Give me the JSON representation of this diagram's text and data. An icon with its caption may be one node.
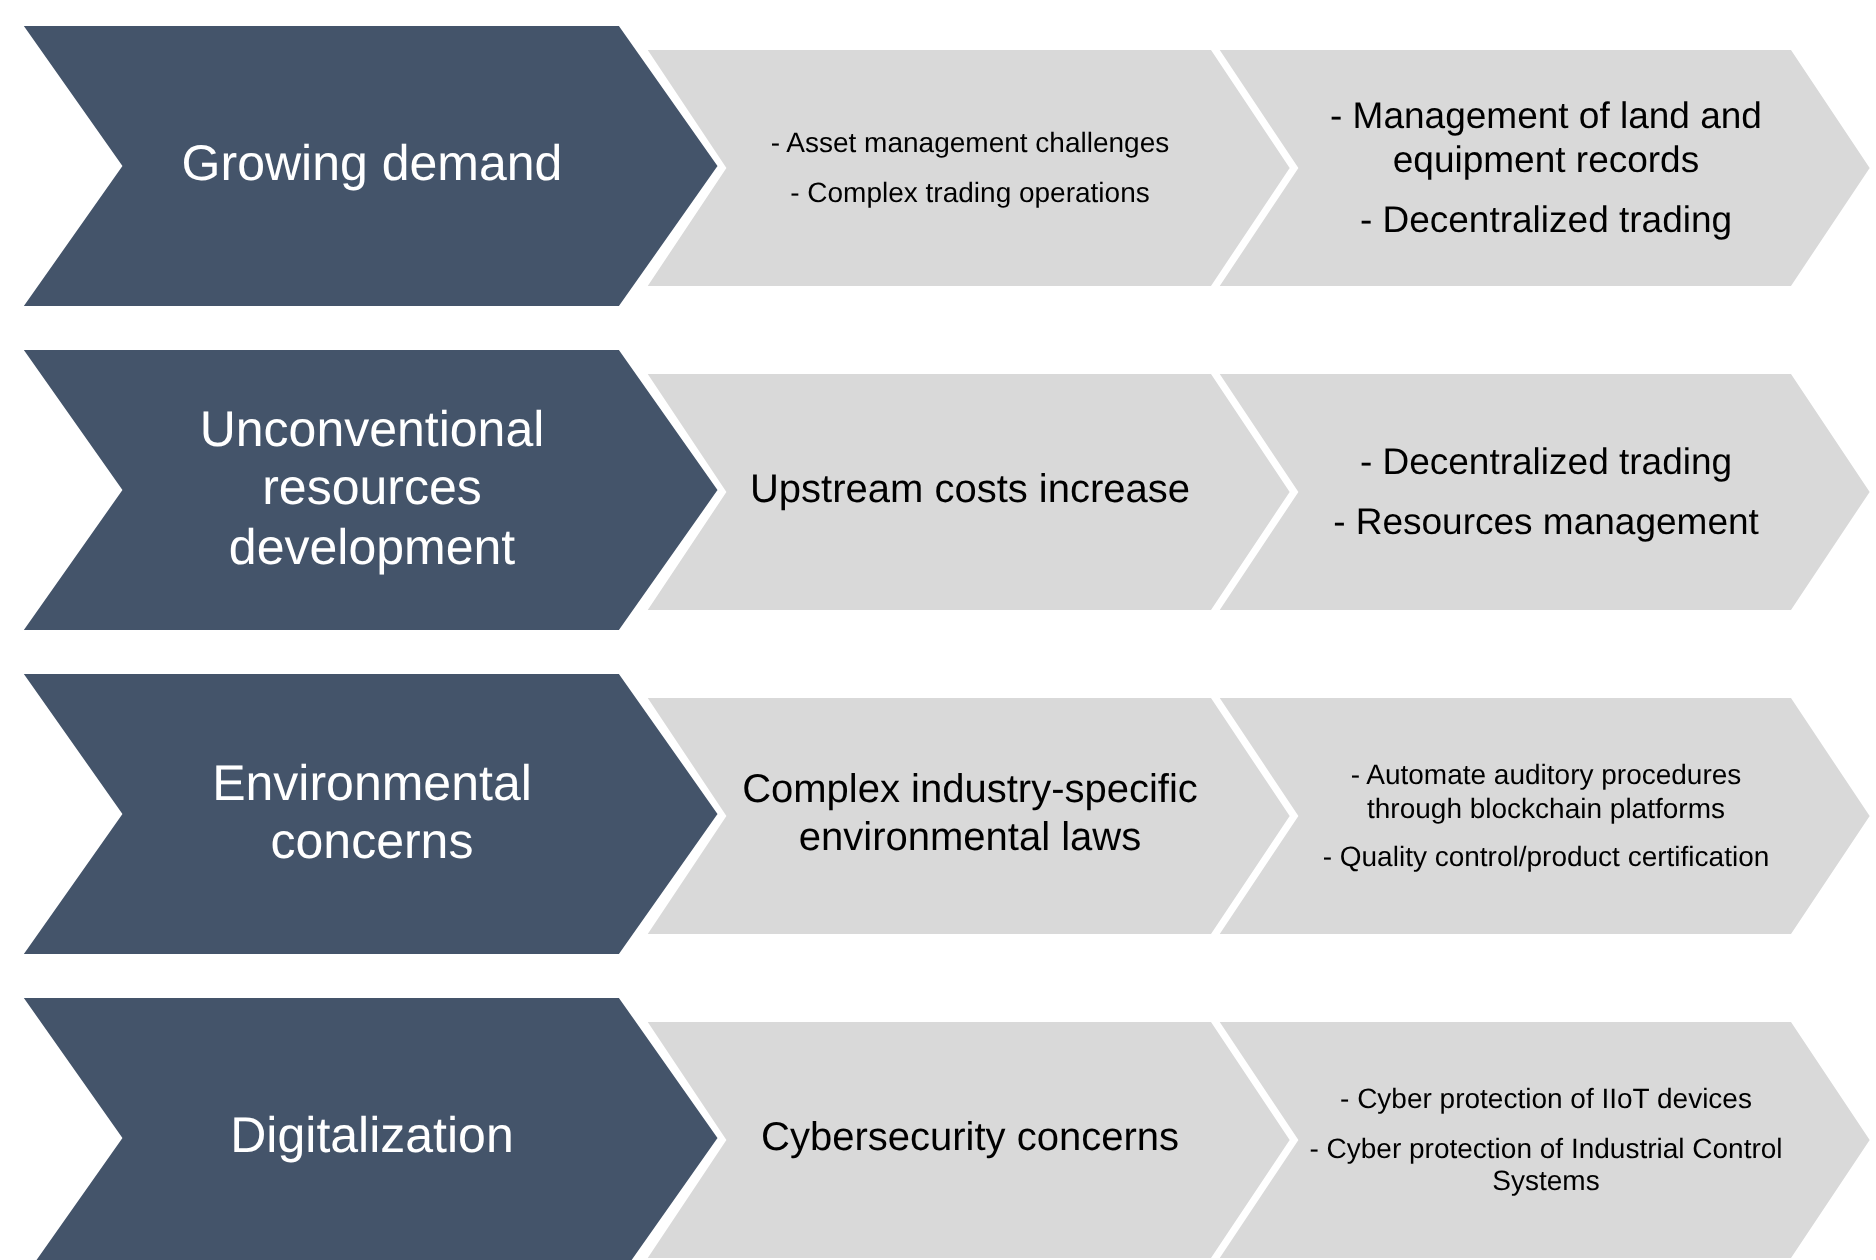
{
  "diagram": {
    "nodes": [
      {
        "text": [
          "Growing demand"
        ]
      },
      {
        "text": [
          "- Asset management challenges",
          "- Complex trading operations"
        ]
      },
      {
        "text": [
          "- Management of land and equipment records",
          "- Decentralized trading"
        ]
      },
      {
        "text": [
          "Unconventional resources development"
        ]
      },
      {
        "text": [
          "Upstream costs increase"
        ]
      },
      {
        "text": [
          "- Decentralized trading",
          "- Resources management"
        ]
      },
      {
        "text": [
          "Environmental concerns"
        ]
      },
      {
        "text": [
          "Complex industry-specific environmental laws"
        ]
      },
      {
        "text": [
          "- Automate auditory procedures through blockchain platforms",
          "- Quality control/product certification"
        ]
      },
      {
        "text": [
          "Digitalization"
        ]
      },
      {
        "text": [
          "Cybersecurity concerns"
        ]
      },
      {
        "text": [
          "- Cyber protection of IIoT devices",
          "- Cyber protection of Industrial Control Systems"
        ]
      }
    ]
  }
}
